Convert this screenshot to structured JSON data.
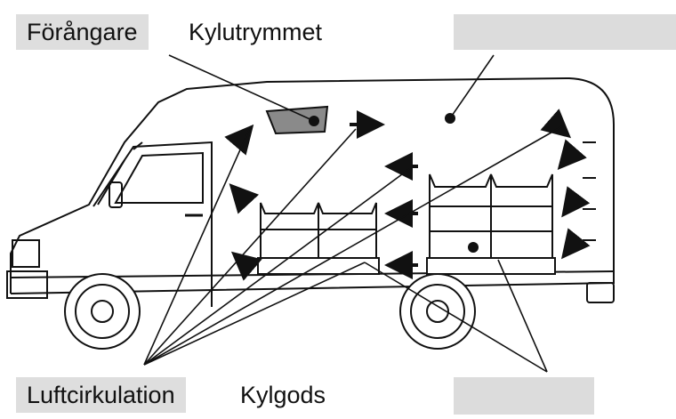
{
  "labels": {
    "evaporator": "Förångare",
    "cargo_space": "Kylutrymmet",
    "air_circulation": "Luftcirkulation",
    "cargo": "Kylgods"
  },
  "blank_boxes": [
    "answer-box-top-right",
    "answer-box-bottom-right"
  ],
  "colors": {
    "label_bg": "#dedede",
    "blank_bg": "#dcdcdc",
    "line": "#111111",
    "evaporator_fill": "#8a8a8a"
  },
  "icons": [
    "truck-illustration",
    "air-flow-arrow-icon",
    "cargo-crate-icon",
    "evaporator-unit-icon"
  ]
}
